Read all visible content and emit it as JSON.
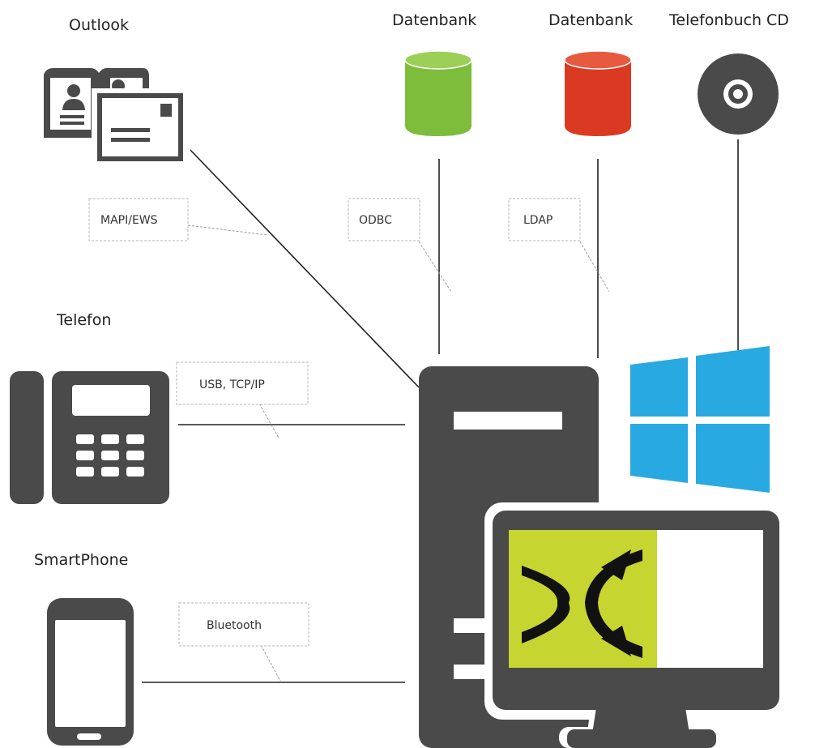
{
  "nodes": {
    "outlook": {
      "label": "Outlook",
      "icon": "contacts-envelope-icon"
    },
    "db_green": {
      "label": "Datenbank",
      "icon": "database-icon",
      "color": "#7dbd3b"
    },
    "db_red": {
      "label": "Datenbank",
      "icon": "database-icon",
      "color": "#db3a22"
    },
    "cd": {
      "label": "Telefonbuch CD",
      "icon": "cd-icon"
    },
    "telefon": {
      "label": "Telefon",
      "icon": "desk-phone-icon"
    },
    "smartphone": {
      "label": "SmartPhone",
      "icon": "smartphone-icon"
    },
    "pc": {
      "icon": "pc-tower-icon"
    },
    "monitor": {
      "icon": "monitor-icon",
      "screen_color": "#c6d530"
    },
    "windows": {
      "icon": "windows-logo-icon",
      "color": "#29a9e1"
    }
  },
  "connections": {
    "mapi": "MAPI/EWS",
    "odbc": "ODBC",
    "ldap": "LDAP",
    "usb": "USB, TCP/IP",
    "bluetooth": "Bluetooth"
  },
  "colors": {
    "icon_dark": "#4a4a4a",
    "line": "#222222"
  }
}
